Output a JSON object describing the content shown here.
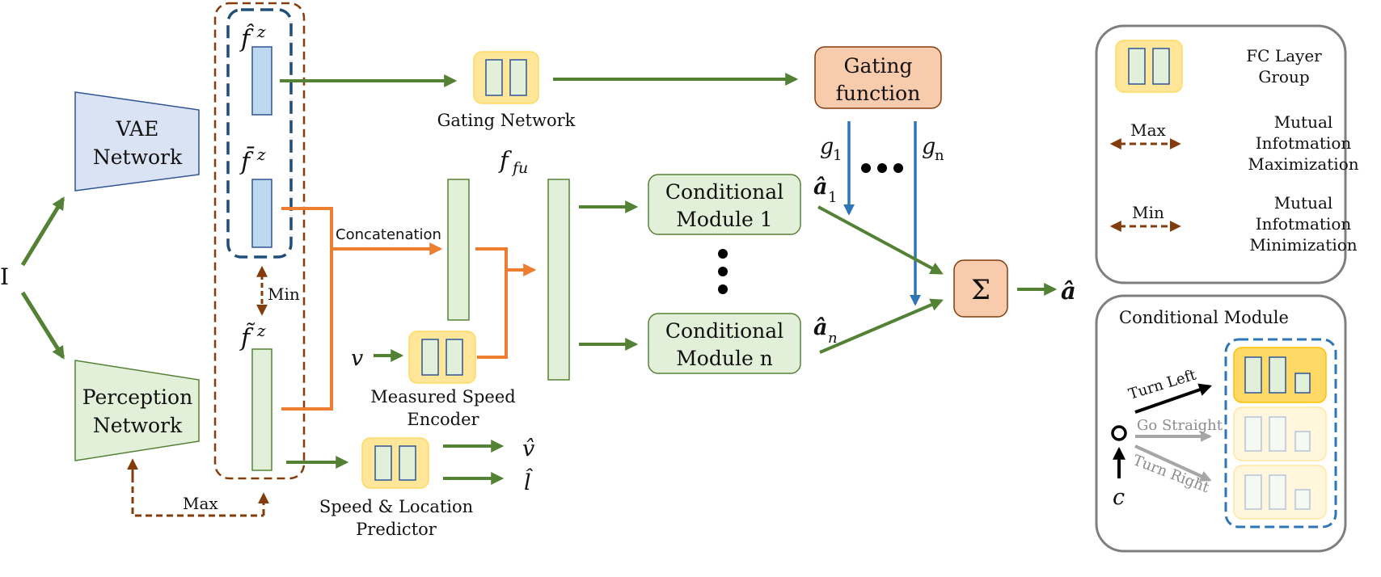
{
  "labels": {
    "input": "I",
    "vae": [
      "VAE",
      "Network"
    ],
    "perception": [
      "Perception",
      "Network"
    ],
    "f_hat": "f̂",
    "f_bar": "f̄",
    "f_tilde": "f̃",
    "z": "z",
    "min_inner": "Min",
    "max_bottom": "Max",
    "concatenation": "Concatenation",
    "gating_network": "Gating Network",
    "gating_function": [
      "Gating",
      "function"
    ],
    "f_fu": "f",
    "f_fu_sub": "fu",
    "v": "v",
    "measured_speed": [
      "Measured Speed",
      "Encoder"
    ],
    "speed_location": [
      "Speed & Location",
      "Predictor"
    ],
    "v_hat": "v̂",
    "l_hat": "l̂",
    "cond1": [
      "Conditional",
      "Module 1"
    ],
    "condn": [
      "Conditional",
      "Module n"
    ],
    "g1": "g",
    "g1_sub": "1",
    "gn": "g",
    "gn_sub": "n",
    "a1": "â",
    "a1_sub": "1",
    "an": "â",
    "an_sub": "n",
    "sum": "Σ",
    "a_out": "â"
  },
  "legend": {
    "fc_group": [
      "FC Layer",
      "Group"
    ],
    "max_label": "Max",
    "max_desc": [
      "Mutual",
      "Infotmation",
      "Maximization"
    ],
    "min_label": "Min",
    "min_desc": [
      "Mutual",
      "Infotmation",
      "Minimization"
    ]
  },
  "cond_module": {
    "title": "Conditional Module",
    "turn_left": "Turn Left",
    "go_straight": "Go Straight",
    "turn_right": "Turn Right",
    "c": "c"
  },
  "colors": {
    "green_arrow": "#548235",
    "orange_arrow": "#ED7D31",
    "blue_arrow": "#2E75B6",
    "brown_dash": "#843C0C",
    "navy_dash": "#1F4E79",
    "vae_fill": "#DAE3F3",
    "green_fill": "#E2F0D9",
    "fc_fill": "#FFE699",
    "salmon_fill": "#F8CBAD"
  }
}
